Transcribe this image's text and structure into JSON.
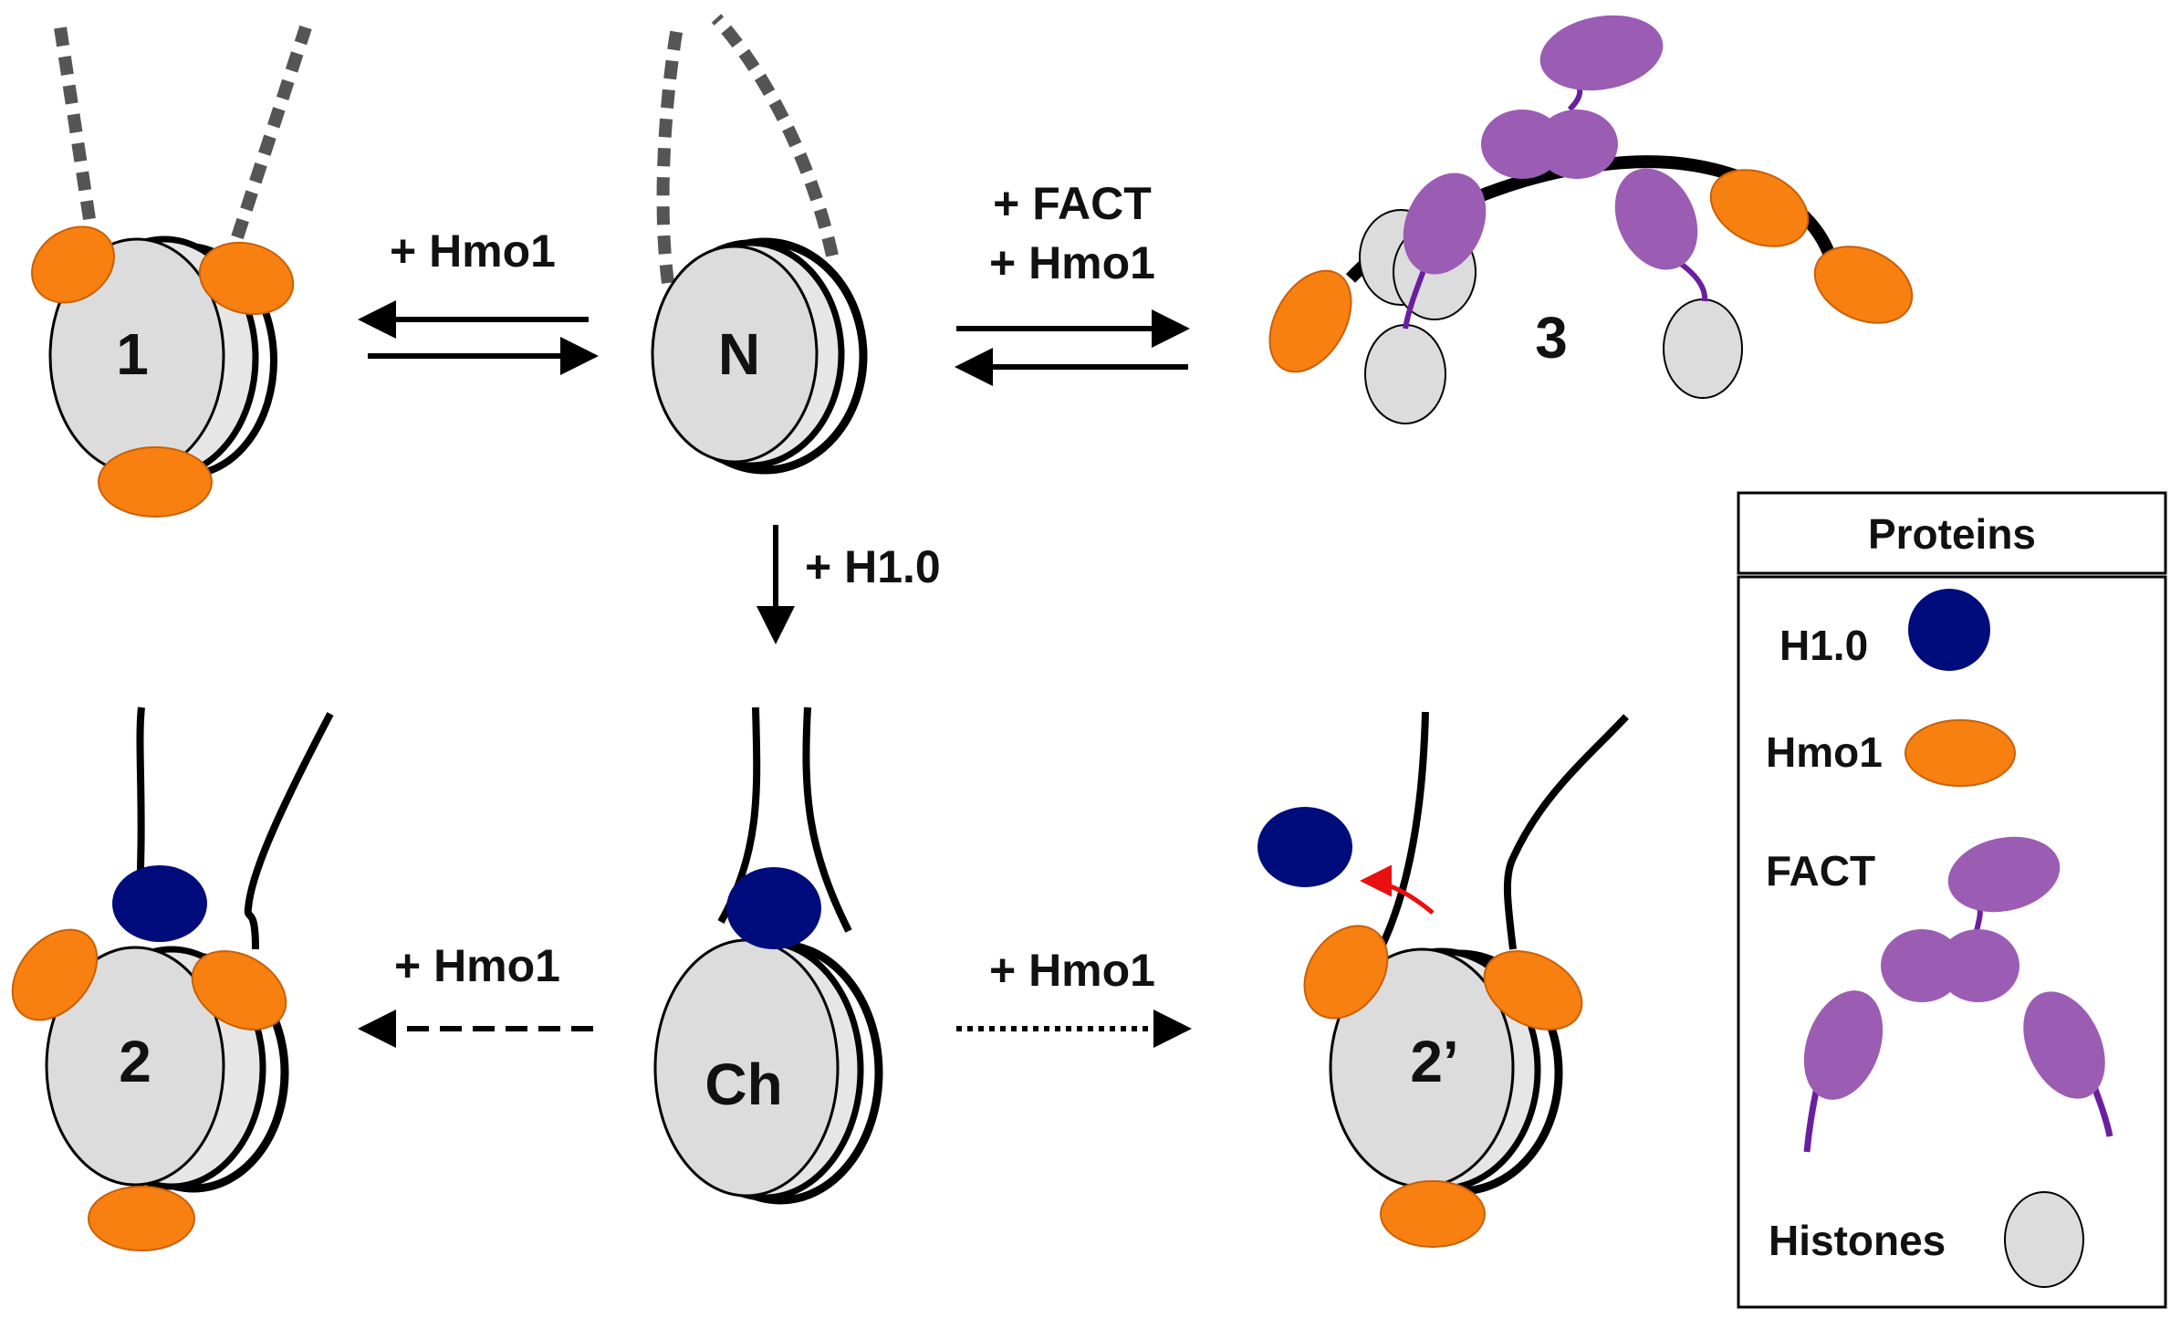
{
  "states": {
    "s1": "1",
    "n": "N",
    "s3": "3",
    "s2": "2",
    "ch": "Ch",
    "s2p": "2’"
  },
  "reactions": {
    "hmo1_top": "+ Hmo1",
    "fact_line1": "+ FACT",
    "fact_line2": "+ Hmo1",
    "h10": "+ H1.0",
    "hmo1_bottom_left": "+ Hmo1",
    "hmo1_bottom_right": "+ Hmo1"
  },
  "legend": {
    "title": "Proteins",
    "items": [
      {
        "label": "H1.0",
        "color": "#000c7b"
      },
      {
        "label": "Hmo1",
        "color": "#f88010"
      },
      {
        "label": "FACT",
        "color": "#9b5cb4"
      },
      {
        "label": "Histones",
        "color": "#dcdcdc"
      }
    ]
  },
  "colors": {
    "histone": "#dcdcdc",
    "hmo1": "#f88010",
    "h10": "#000c7b",
    "fact": "#9b5cb4",
    "fact_linker": "#6a1fa0",
    "release_arrow": "#e81010"
  }
}
